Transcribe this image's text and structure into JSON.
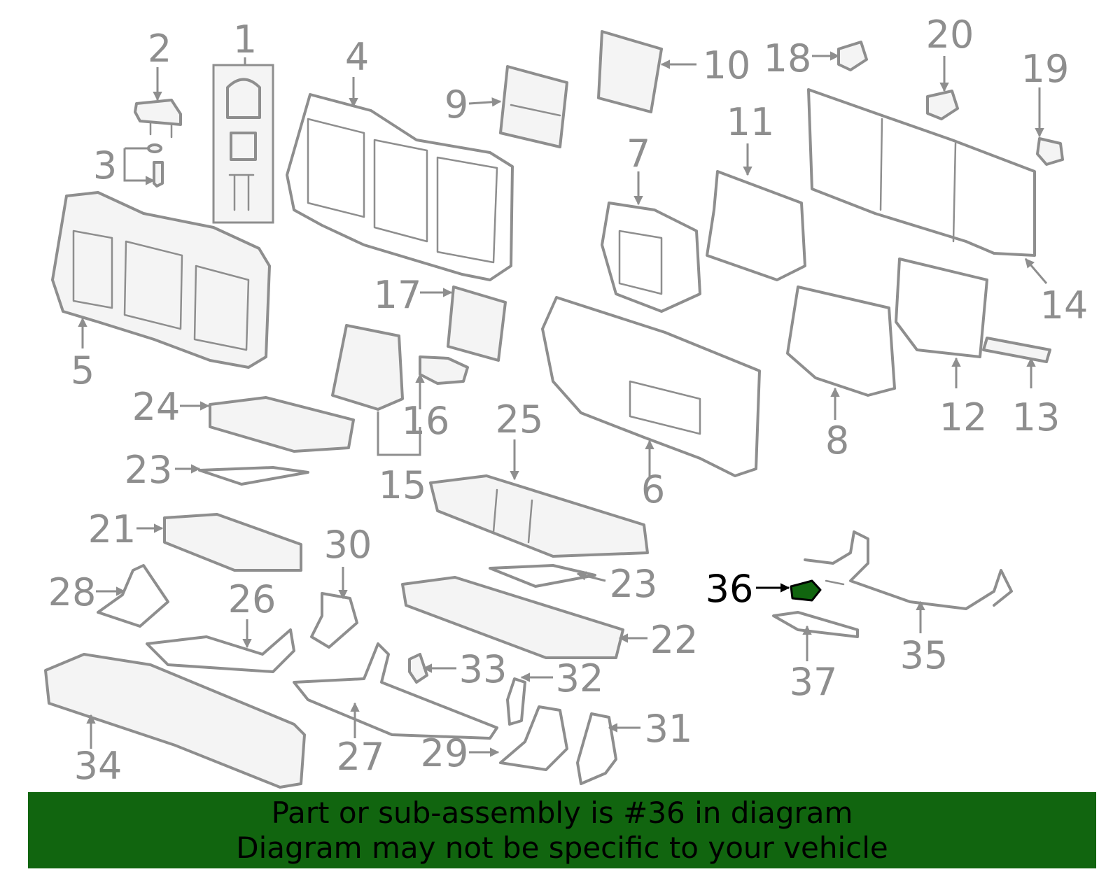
{
  "diagram": {
    "callouts": [
      "1",
      "2",
      "3",
      "4",
      "5",
      "6",
      "7",
      "8",
      "9",
      "10",
      "11",
      "12",
      "13",
      "14",
      "15",
      "16",
      "17",
      "18",
      "19",
      "20",
      "21",
      "22",
      "23",
      "23",
      "24",
      "25",
      "26",
      "27",
      "28",
      "29",
      "30",
      "31",
      "32",
      "33",
      "34",
      "35",
      "36",
      "37"
    ],
    "highlighted_part": "36"
  },
  "banner": {
    "line1": "Part or sub-assembly is #36 in diagram",
    "line2": "Diagram may not be specific to your vehicle"
  },
  "colors": {
    "line_art": "#8e8e8e",
    "highlight": "#11650f",
    "banner_bg": "#11650f",
    "banner_text": "#000000"
  }
}
